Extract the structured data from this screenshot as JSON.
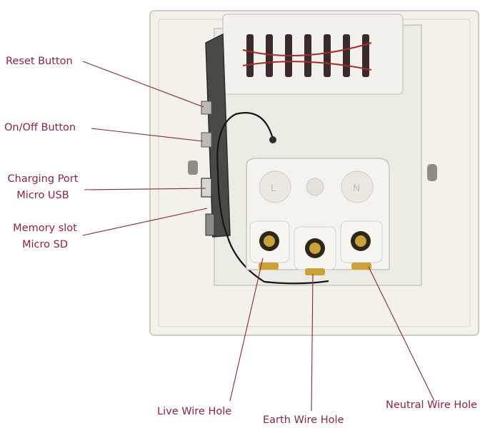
{
  "labels": {
    "reset_button": "Reset Button",
    "on_off_button": "On/Off Button",
    "charging_port_line1": "Charging Port",
    "charging_port_line2": "Micro USB",
    "memory_slot_line1": "Memory slot",
    "memory_slot_line2": "Micro SD",
    "live_wire_hole": "Live Wire Hole",
    "earth_wire_hole": "Earth Wire Hole",
    "neutral_wire_hole": "Neutral Wire Hole"
  },
  "socket_marks": {
    "live": "L",
    "neutral": "N"
  },
  "colors": {
    "label_text": "#8b2538",
    "leader_line": "#8b2538",
    "plate": "#f3f1ea",
    "housing": "#ecebe4",
    "terminal_brass": "#c9a23a"
  }
}
